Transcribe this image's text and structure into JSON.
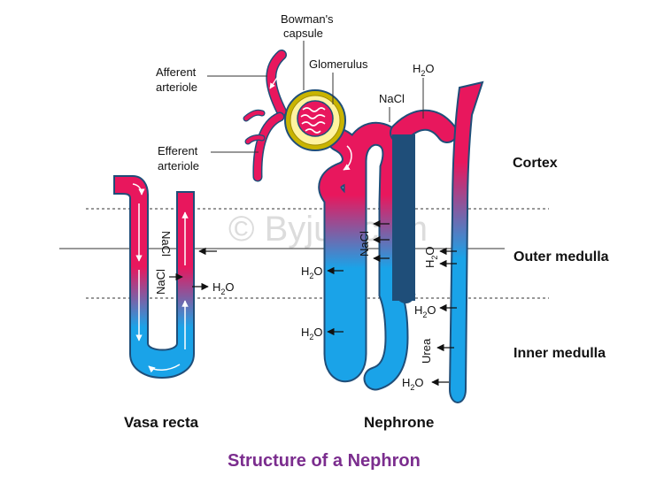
{
  "title": "Structure of a Nephron",
  "watermark": "© Byjus.com",
  "colors": {
    "arterial": "#e8175d",
    "venous": "#1aa3e8",
    "outline": "#1f4e79",
    "title": "#7b2d8e",
    "capsule": "#c9b400"
  },
  "labels": {
    "bowmans_line1": "Bowman's",
    "bowmans_line2": "capsule",
    "glomerulus": "Glomerulus",
    "afferent_line1": "Afferent",
    "afferent_line2": "arteriole",
    "efferent_line1": "Efferent",
    "efferent_line2": "arteriole",
    "nacl_top": "NaCl",
    "h2o_top": "H",
    "h2o_sub": "2",
    "h2o_o": "O"
  },
  "zones": {
    "cortex": "Cortex",
    "outer_medulla": "Outer medulla",
    "inner_medulla": "Inner medulla"
  },
  "captions": {
    "vasa_recta": "Vasa recta",
    "nephrone": "Nephrone"
  },
  "vasa": {
    "nacl_left": "NaCl",
    "nacl_right": "NaCl",
    "h2o": "H",
    "h2o_sub": "2",
    "h2o_o": "O"
  },
  "nephron": {
    "h2o_1": "H",
    "h2o_2": "H",
    "nacl_asc": "NaCl",
    "h2o_cd1": "H",
    "h2o_cd2": "H",
    "urea": "Urea",
    "h2o_cd3": "H",
    "sub": "2",
    "o": "O"
  }
}
